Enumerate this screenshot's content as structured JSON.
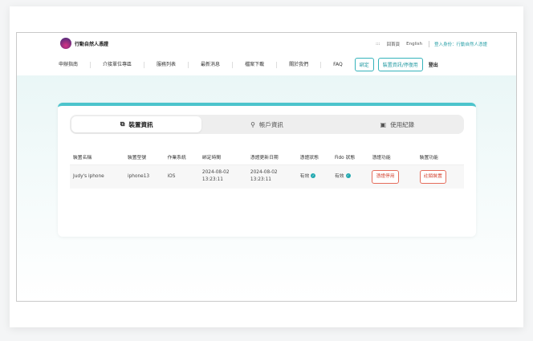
{
  "header": {
    "logo_text": "行動自然人憑證",
    "util": {
      "grid_icon": ":::",
      "home": "回首頁",
      "english": "English",
      "login_identity": "登入身份：行動自然人憑證"
    },
    "nav": [
      "申辦指南",
      "介接單位專區",
      "服務列表",
      "最新消息",
      "檔案下載",
      "關於我們",
      "FAQ"
    ],
    "bind_button": "綁定",
    "device_button": "裝置資訊/停復用",
    "logout": "登出"
  },
  "tabs": [
    {
      "label": "裝置資訊",
      "icon": "device-icon",
      "active": true
    },
    {
      "label": "帳戶資訊",
      "icon": "user-icon"
    },
    {
      "label": "使用紀錄",
      "icon": "calendar-icon"
    }
  ],
  "table": {
    "headers": [
      "裝置名稱",
      "裝置型號",
      "作業系統",
      "綁定時間",
      "憑證更新日期",
      "憑證狀態",
      "Fido 狀態",
      "憑證功能",
      "裝置功能"
    ],
    "rows": [
      {
        "name": "Judy's iphone",
        "model": "iphone13",
        "os": "iOS",
        "bind_date": "2024-08-02",
        "bind_time": "13:23:11",
        "update_date": "2024-08-02",
        "update_time": "13:23:11",
        "cert_status": "有效",
        "fido_status": "有效",
        "cert_action": "憑證停用",
        "device_action": "註銷裝置"
      }
    ]
  },
  "colors": {
    "accent": "#35b3bb",
    "danger": "#d44a37"
  }
}
